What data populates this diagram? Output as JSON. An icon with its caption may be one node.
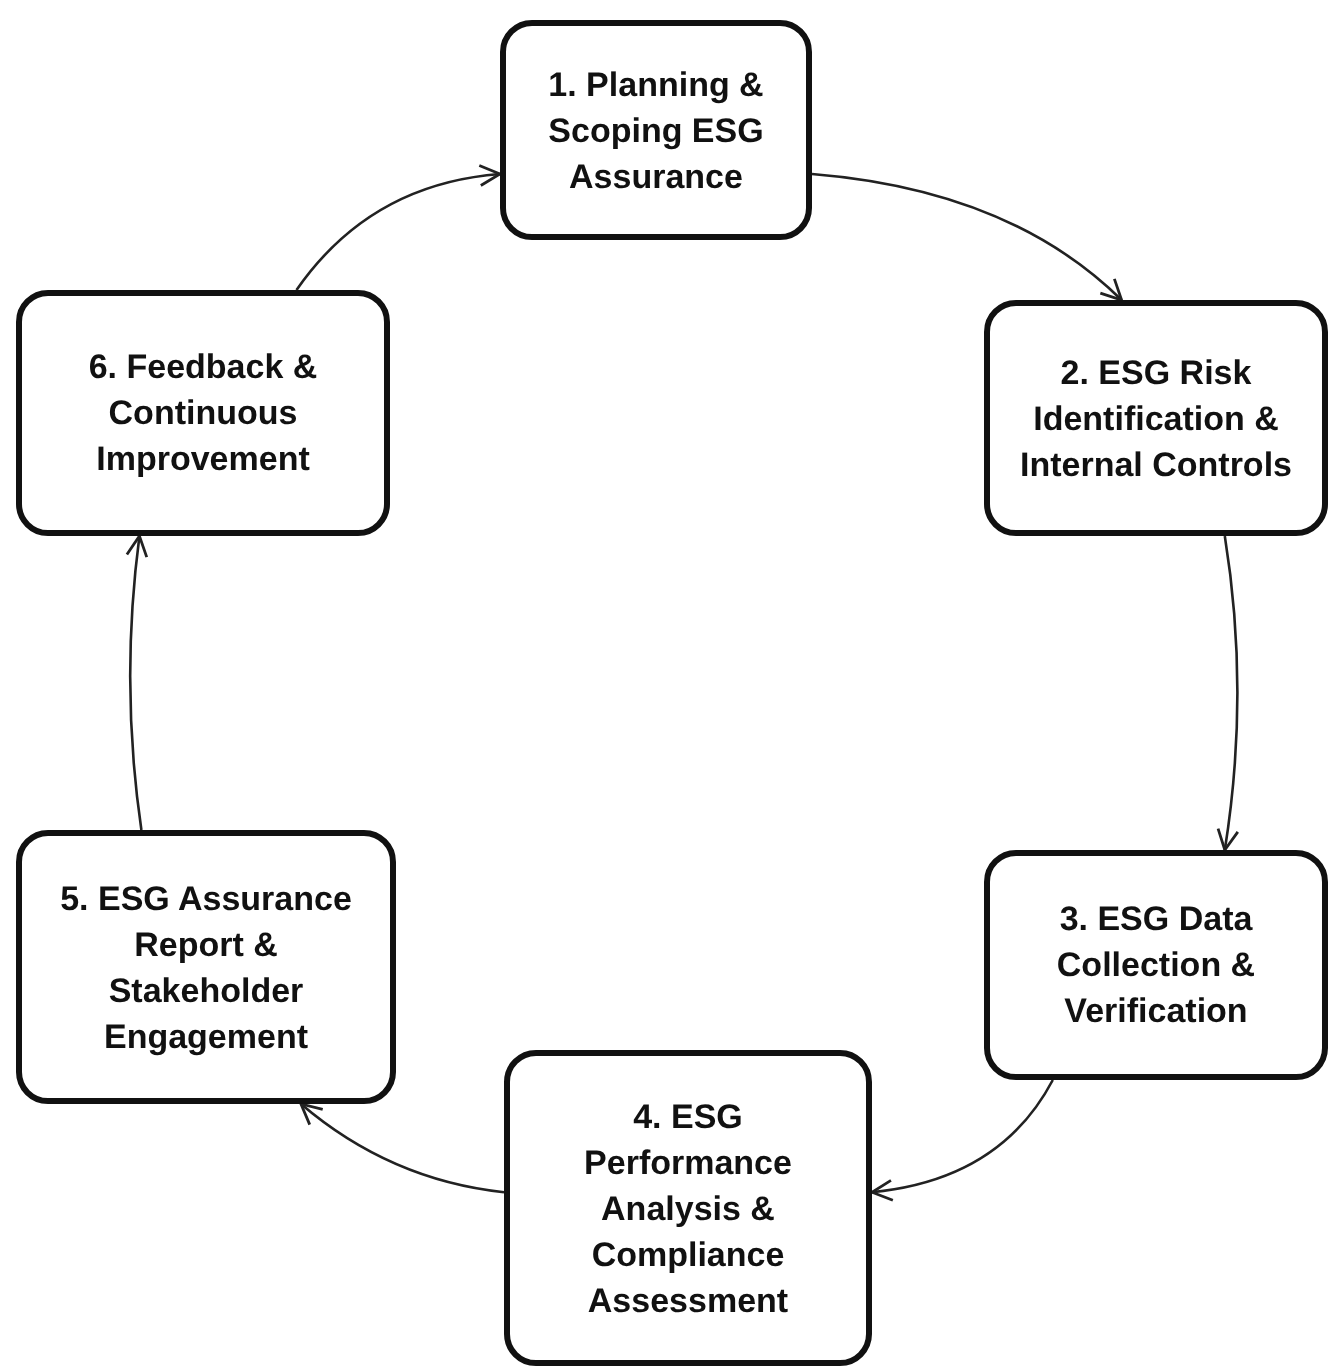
{
  "diagram": {
    "nodes": [
      {
        "text": [
          "1. Planning & Scoping ESG Assurance"
        ]
      },
      {
        "text": [
          "2. ESG Risk Identification & Internal Controls"
        ]
      },
      {
        "text": [
          "3. ESG Data Collection & Verification"
        ]
      },
      {
        "text": [
          "4. ESG Performance Analysis & Compliance Assessment"
        ]
      },
      {
        "text": [
          "5. ESG Assurance Report & Stakeholder Engagement"
        ]
      },
      {
        "text": [
          "6. Feedback & Continuous Improvement"
        ]
      }
    ],
    "edges": [
      {
        "from": 0,
        "to": 1,
        "arrow": "to"
      },
      {
        "from": 1,
        "to": 2,
        "arrow": "to"
      },
      {
        "from": 2,
        "to": 3,
        "arrow": "to"
      },
      {
        "from": 3,
        "to": 4,
        "arrow": "to"
      },
      {
        "from": 4,
        "to": 5,
        "arrow": "to"
      },
      {
        "from": 5,
        "to": 0,
        "arrow": "to"
      }
    ]
  }
}
